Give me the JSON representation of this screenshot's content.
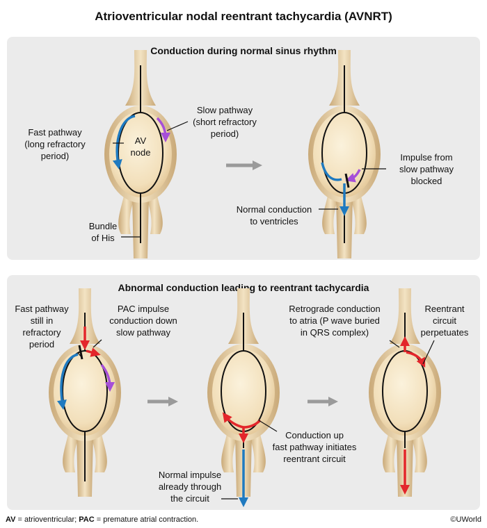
{
  "title": "Atrioventricular nodal reentrant tachycardia (AVNRT)",
  "top_panel": {
    "heading": "Conduction during normal sinus rhythm",
    "labels": {
      "fast_pathway": "Fast pathway\n(long refractory\nperiod)",
      "av_node": "AV\nnode",
      "slow_pathway": "Slow pathway\n(short refractory\nperiod)",
      "bundle_of_his": "Bundle\nof His",
      "impulse_blocked": "Impulse from\nslow pathway\nblocked",
      "normal_conduction": "Normal conduction\nto ventricles"
    }
  },
  "bottom_panel": {
    "heading": "Abnormal conduction leading to reentrant tachycardia",
    "labels": {
      "fast_refractory": "Fast pathway\nstill in\nrefractory\nperiod",
      "pac_impulse": "PAC impulse\nconduction down\nslow pathway",
      "retrograde": "Retrograde conduction\nto atria (P wave buried\nin QRS complex)",
      "reentrant_perpetuates": "Reentrant\ncircuit\nperpetuates",
      "conduction_up": "Conduction up\nfast pathway initiates\nreentrant circuit",
      "normal_impulse": "Normal impulse\nalready through\nthe circuit"
    }
  },
  "footnote": {
    "av_abbr": "AV",
    "av_text": " = atrioventricular; ",
    "pac_abbr": "PAC",
    "pac_text": " = premature atrial contraction."
  },
  "copyright": "©UWorld",
  "colors": {
    "fast_pathway": "#1f7ac0",
    "slow_pathway": "#a64fd8",
    "reentrant": "#e3262b",
    "node_fill": "#f4e4c4",
    "tissue": "#ddc49a",
    "panel": "#ebebeb"
  }
}
